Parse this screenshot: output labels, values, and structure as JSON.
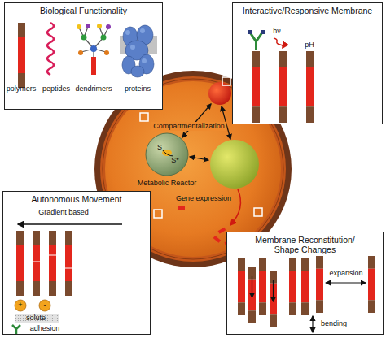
{
  "diagram": {
    "nodes": [
      {
        "text": [
          "Biological Functionality"
        ]
      },
      {
        "text": [
          "Interactive/Responsive Membrane"
        ]
      },
      {
        "text": [
          "Metabolic Reactor"
        ]
      },
      {
        "text": [
          "Autonomous Movement"
        ]
      },
      {
        "text": [
          "Membrane Reconstitution/ Shape Changes"
        ]
      }
    ],
    "labels": [
      "polymers",
      "peptides",
      "dendrimers",
      "proteins",
      "hν",
      "pH",
      "Compartmentalization",
      "S",
      "S*",
      "Gene expression",
      "Gradient based",
      "+",
      "-",
      "solute",
      "adhesion",
      "expansion",
      "bending"
    ]
  }
}
